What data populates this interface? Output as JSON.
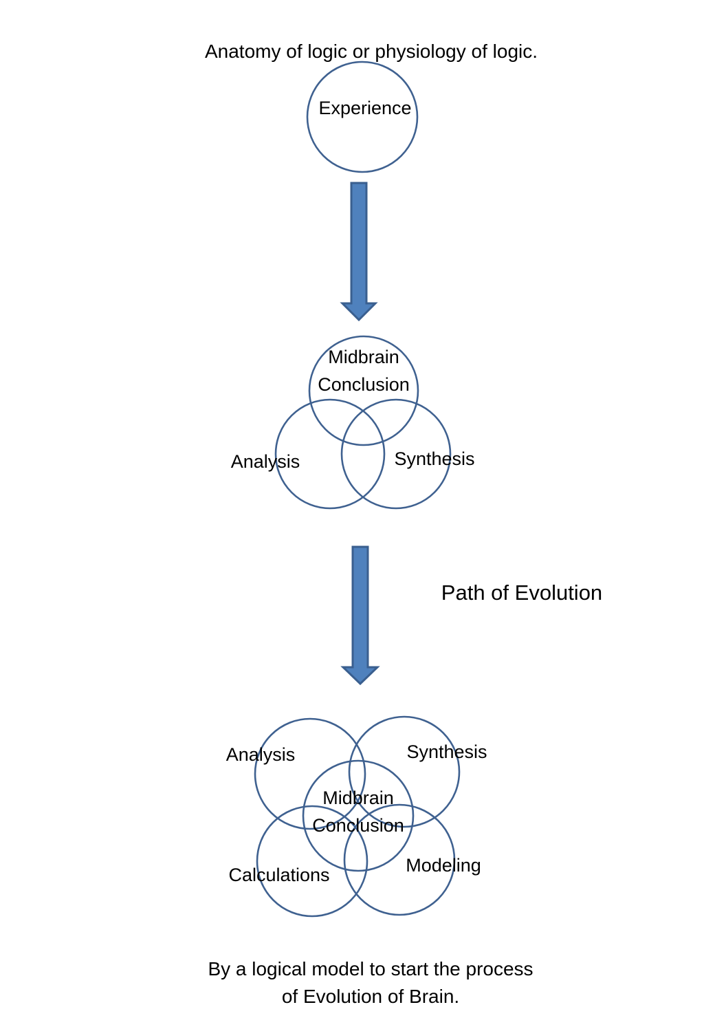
{
  "title": "Anatomy of logic or physiology of logic.",
  "stage1": {
    "experience": "Experience"
  },
  "stage2": {
    "midbrain_line1": "Midbrain",
    "midbrain_line2": "Conclusion",
    "analysis": "Analysis",
    "synthesis": "Synthesis"
  },
  "path_label": "Path of Evolution",
  "stage3": {
    "analysis": "Analysis",
    "synthesis": "Synthesis",
    "midbrain_line1": "Midbrain",
    "midbrain_line2": "Conclusion",
    "calculations": "Calculations",
    "modeling": "Modeling"
  },
  "caption": {
    "line1": "By a logical model to start the process",
    "line2": "of Evolution of Brain."
  },
  "colors": {
    "circle_stroke": "#3f6190",
    "arrow_fill": "#4f81bd",
    "arrow_stroke": "#3a5f8f"
  }
}
